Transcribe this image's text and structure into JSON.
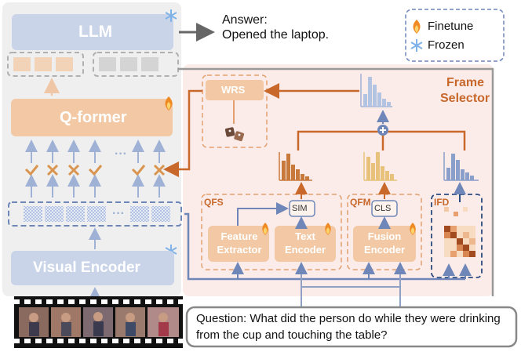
{
  "llm": {
    "label": "LLM"
  },
  "qformer": {
    "label": "Q-former"
  },
  "visual_encoder": {
    "label": "Visual Encoder"
  },
  "answer": {
    "line1": "Answer:",
    "line2": "Opened the laptop."
  },
  "legend": {
    "finetune": "Finetune",
    "frozen": "Frozen"
  },
  "frame_selector": {
    "line1": "Frame",
    "line2": "Selector"
  },
  "wrs": {
    "label": "WRS"
  },
  "qfs": {
    "label": "QFS"
  },
  "sim": {
    "label": "SIM"
  },
  "feature_extractor": {
    "line1": "Feature",
    "line2": "Extractor"
  },
  "text_encoder": {
    "line1": "Text",
    "line2": "Encoder"
  },
  "qfm": {
    "label": "QFM"
  },
  "cls": {
    "label": "CLS"
  },
  "fusion_encoder": {
    "line1": "Fusion",
    "line2": "Encoder"
  },
  "ifd": {
    "label": "IFD"
  },
  "ellipsis": "···",
  "question": {
    "text": "Question: What did the person do while they were drinking from the cup and touching the table?"
  },
  "colors": {
    "blue_block": "#c9d4e9",
    "orange_block": "#f2c9a4",
    "orange_line": "#c8682a",
    "blue_line": "#6f86b8",
    "panel_bg": "#fbecea",
    "left_panel_bg": "#eeeeee",
    "hist_orange": "#c87a3d",
    "hist_yellow": "#e8c27a",
    "hist_blue": "#8b9fcb",
    "hist_light_blue": "#b3c3e2"
  },
  "icons": {
    "fire": "fire-icon",
    "snowflake": "snowflake-icon",
    "dice": "dice-icon",
    "plus": "plus-circle-icon",
    "check": "check-icon",
    "cross": "cross-icon"
  }
}
